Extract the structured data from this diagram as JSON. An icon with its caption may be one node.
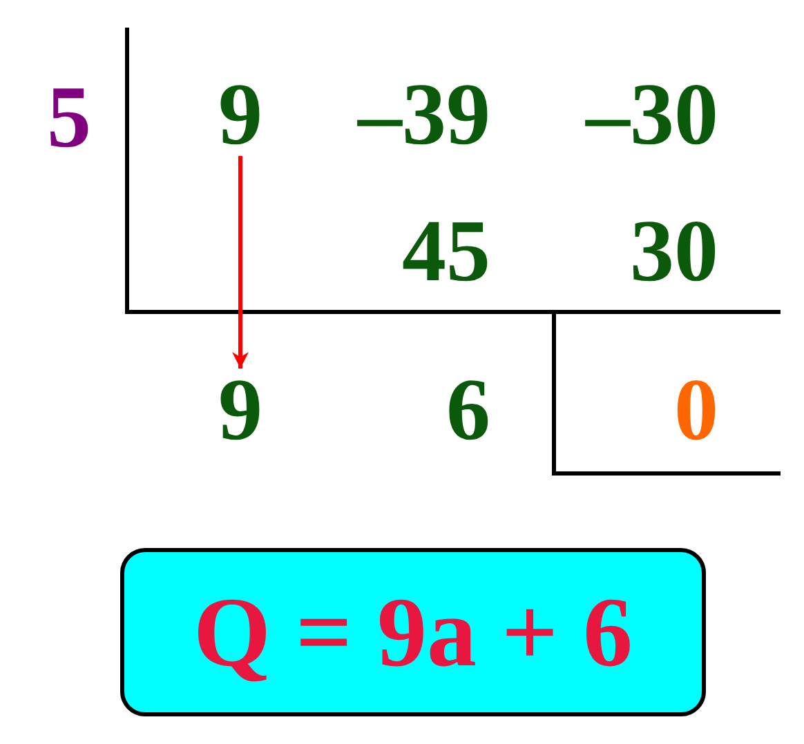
{
  "diagram": {
    "nodes": [
      {
        "text": [
          "9"
        ]
      },
      {
        "text": [
          "9"
        ]
      },
      {
        "text": [
          "Q = 9a + 6"
        ]
      }
    ],
    "edges": [
      {
        "from": 0,
        "to": 1,
        "arrow": "to"
      }
    ],
    "labels": [
      "5",
      "–39",
      "–30",
      "45",
      "30",
      "6",
      "0"
    ]
  }
}
